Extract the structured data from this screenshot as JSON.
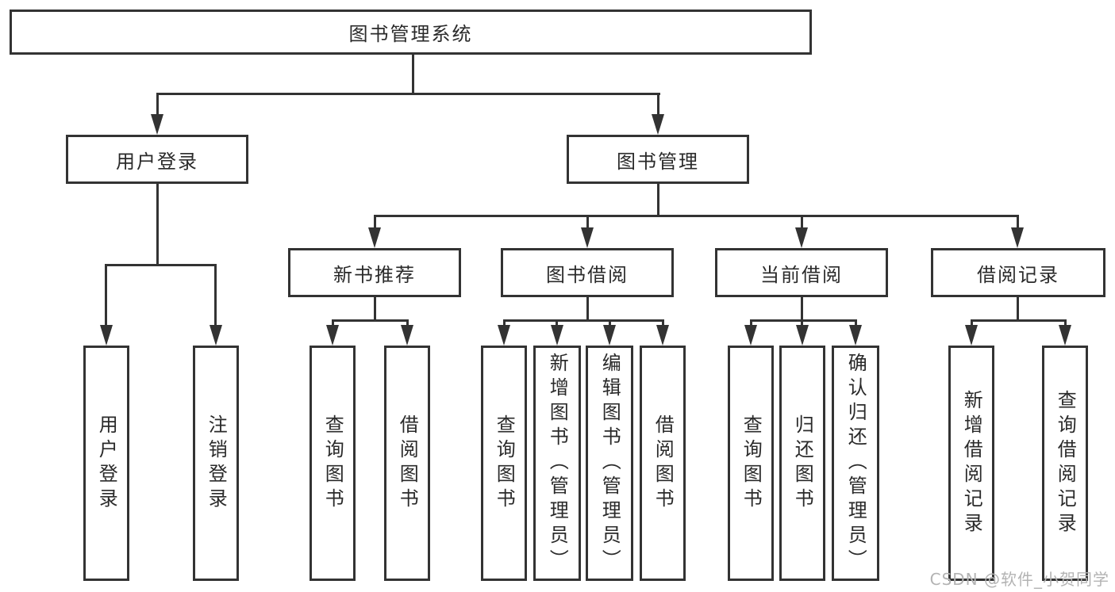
{
  "diagram": {
    "root": {
      "label": "图书管理系统"
    },
    "branches": [
      {
        "label": "用户登录",
        "children": [
          {
            "label": "用户登录"
          },
          {
            "label": "注销登录"
          }
        ]
      },
      {
        "label": "图书管理",
        "children": [
          {
            "label": "新书推荐",
            "children": [
              {
                "label": "查询图书"
              },
              {
                "label": "借阅图书"
              }
            ]
          },
          {
            "label": "图书借阅",
            "children": [
              {
                "label": "查询图书"
              },
              {
                "label": "新增图书（管理员）"
              },
              {
                "label": "编辑图书（管理员）"
              },
              {
                "label": "借阅图书"
              }
            ]
          },
          {
            "label": "当前借阅",
            "children": [
              {
                "label": "查询图书"
              },
              {
                "label": "归还图书"
              },
              {
                "label": "确认归还（管理员）"
              }
            ]
          },
          {
            "label": "借阅记录",
            "children": [
              {
                "label": "新增借阅记录"
              },
              {
                "label": "查询借阅记录"
              }
            ]
          }
        ]
      }
    ]
  },
  "watermark": {
    "text": "CSDN @软件_小贺同学"
  },
  "colors": {
    "line": "#333333",
    "box_border": "#333333",
    "box_fill": "#ffffff",
    "text": "#2a2a2a",
    "watermark": "#b3b3b3",
    "background": "#ffffff"
  }
}
